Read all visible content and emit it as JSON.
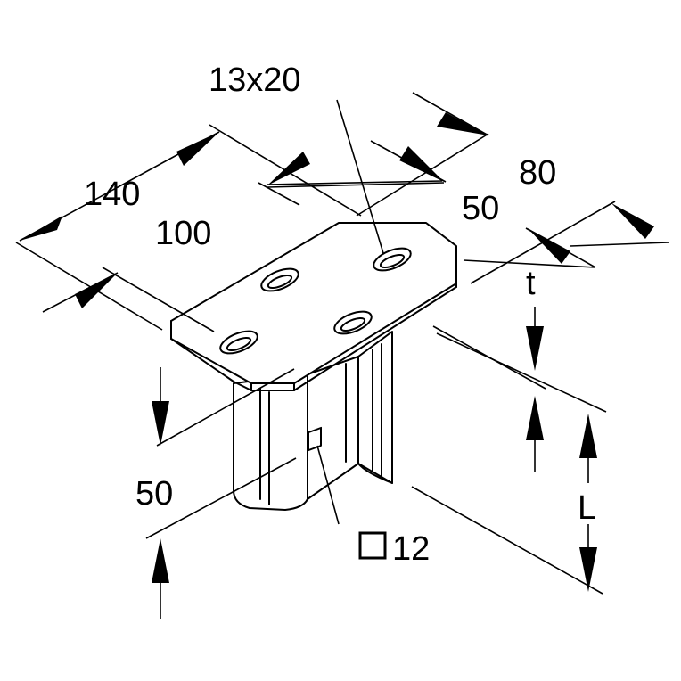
{
  "dimensions": {
    "slot_size": "13x20",
    "length_overall": "140",
    "length_inner": "100",
    "width_overall": "80",
    "width_inner": "50",
    "thickness": "t",
    "height_profile": "50",
    "length_L": "L",
    "square_hole": "12"
  }
}
